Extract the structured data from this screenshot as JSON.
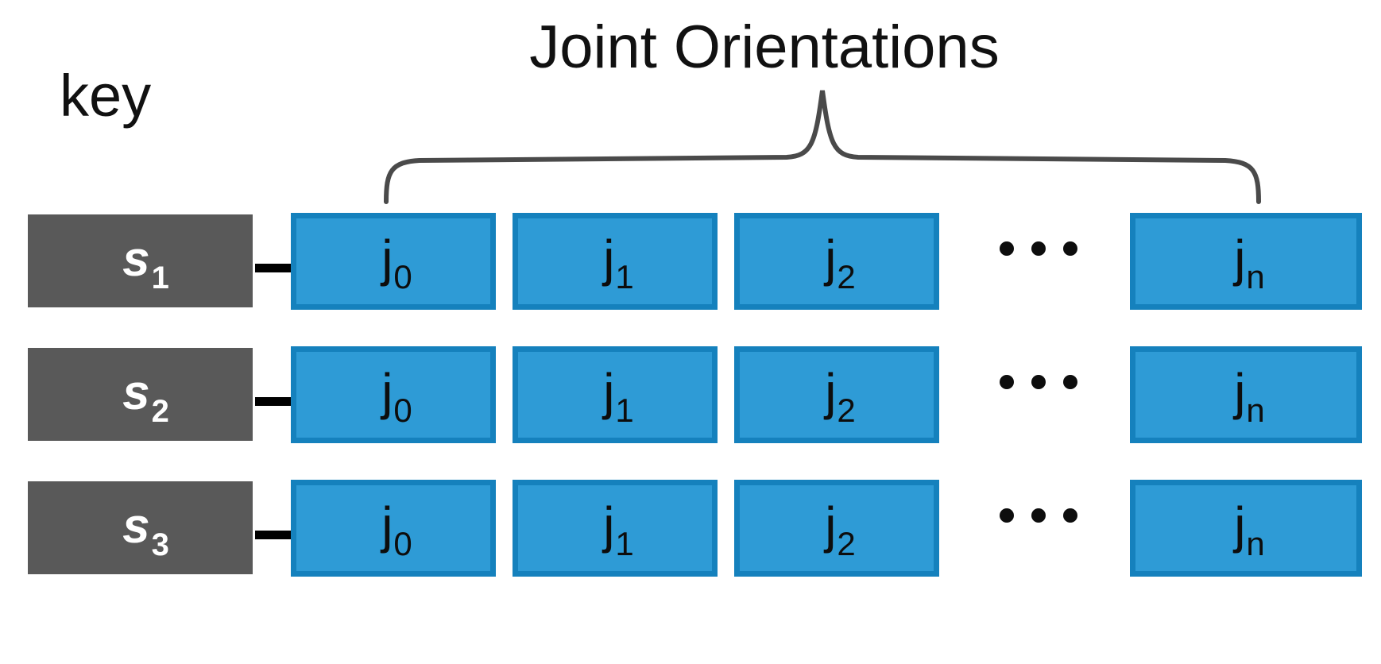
{
  "diagram": {
    "title": "Joint Orientations",
    "key_label": "key",
    "brace_icon": "curly-brace-icon",
    "colors": {
      "key_box_fill": "#595959",
      "key_box_text": "#ffffff",
      "joint_box_fill": "#2E9BD6",
      "joint_box_border": "#1581BD",
      "joint_box_text": "#0d0d0d",
      "connector": "#000000",
      "background": "#ffffff",
      "text": "#111111"
    },
    "ellipsis": "…",
    "rows": [
      {
        "key": {
          "symbol": "s",
          "subscript": "1"
        },
        "joints": [
          {
            "symbol": "j",
            "subscript": "0"
          },
          {
            "symbol": "j",
            "subscript": "1"
          },
          {
            "symbol": "j",
            "subscript": "2"
          },
          {
            "symbol": "j",
            "subscript": "n"
          }
        ]
      },
      {
        "key": {
          "symbol": "s",
          "subscript": "2"
        },
        "joints": [
          {
            "symbol": "j",
            "subscript": "0"
          },
          {
            "symbol": "j",
            "subscript": "1"
          },
          {
            "symbol": "j",
            "subscript": "2"
          },
          {
            "symbol": "j",
            "subscript": "n"
          }
        ]
      },
      {
        "key": {
          "symbol": "s",
          "subscript": "3"
        },
        "joints": [
          {
            "symbol": "j",
            "subscript": "0"
          },
          {
            "symbol": "j",
            "subscript": "1"
          },
          {
            "symbol": "j",
            "subscript": "2"
          },
          {
            "symbol": "j",
            "subscript": "n"
          }
        ]
      }
    ]
  }
}
